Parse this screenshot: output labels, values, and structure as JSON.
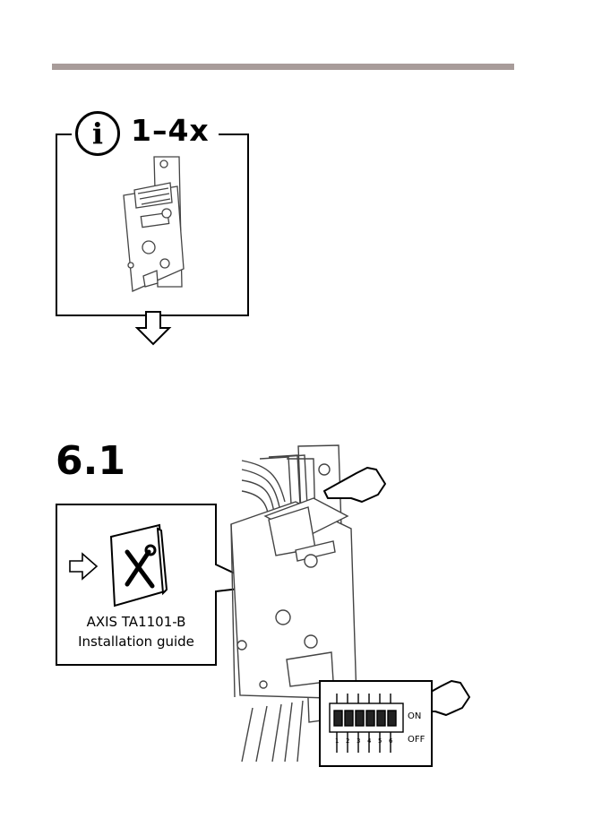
{
  "info_box": {
    "icon": "info-icon",
    "info_letter": "i",
    "count": "1–4x"
  },
  "step": {
    "number": "6.1"
  },
  "guide": {
    "line1": "AXIS TA1101-B",
    "line2": "Installation guide"
  },
  "dip_switch": {
    "on_label": "ON",
    "off_label": "OFF",
    "numbers": [
      "1",
      "2",
      "3",
      "4",
      "5",
      "6"
    ]
  },
  "colors": {
    "rule": "#a89c9a",
    "line": "#000000"
  }
}
